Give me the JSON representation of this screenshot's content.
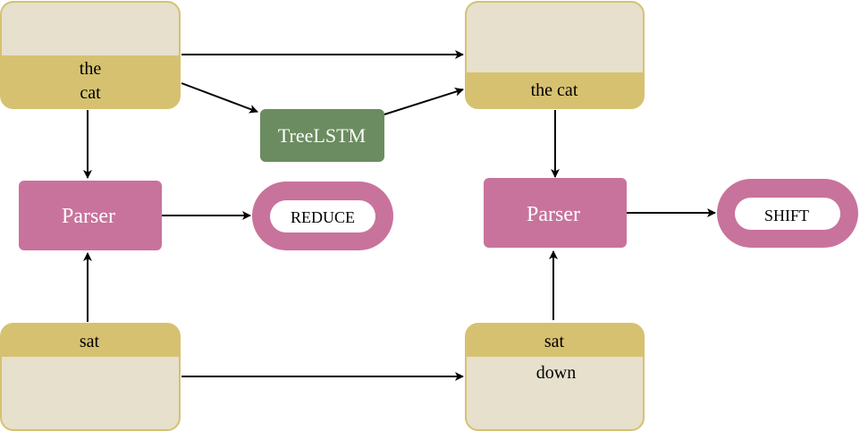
{
  "stack_top_left": {
    "line1": "the",
    "line2": "cat"
  },
  "stack_top_right": {
    "text": "the cat"
  },
  "buffer_bottom_left": {
    "header": "sat"
  },
  "buffer_bottom_right": {
    "header": "sat",
    "body": "down"
  },
  "treelstm": {
    "label": "TreeLSTM"
  },
  "parser_left": {
    "label": "Parser"
  },
  "parser_right": {
    "label": "Parser"
  },
  "action_left": {
    "label": "REDUCE"
  },
  "action_right": {
    "label": "SHIFT"
  },
  "colors": {
    "box_fill": "#e6e0cc",
    "box_header": "#d6c170",
    "box_border": "#d6c170",
    "parser": "#c8739c",
    "treelstm": "#6b8c60",
    "arrow": "#000000"
  }
}
